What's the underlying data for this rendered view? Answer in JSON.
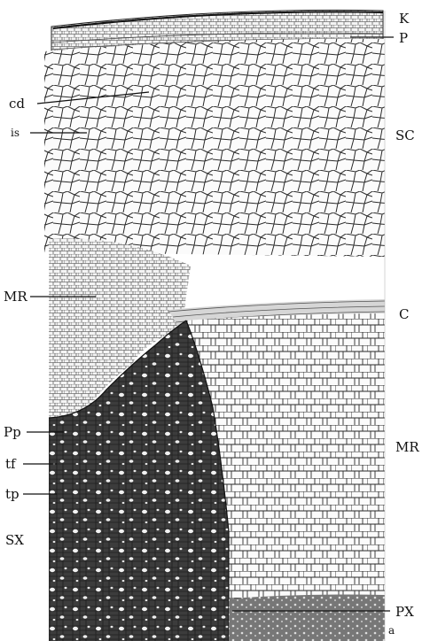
{
  "labels": {
    "K": "K",
    "P": "P",
    "cd": "cd",
    "is": "is",
    "SC": "SC",
    "MR_left": "MR",
    "C": "C",
    "MR_right": "MR",
    "Pp": "Pp",
    "tf": "tf",
    "tp": "tp",
    "SX": "SX",
    "PX": "PX",
    "a": "a"
  }
}
